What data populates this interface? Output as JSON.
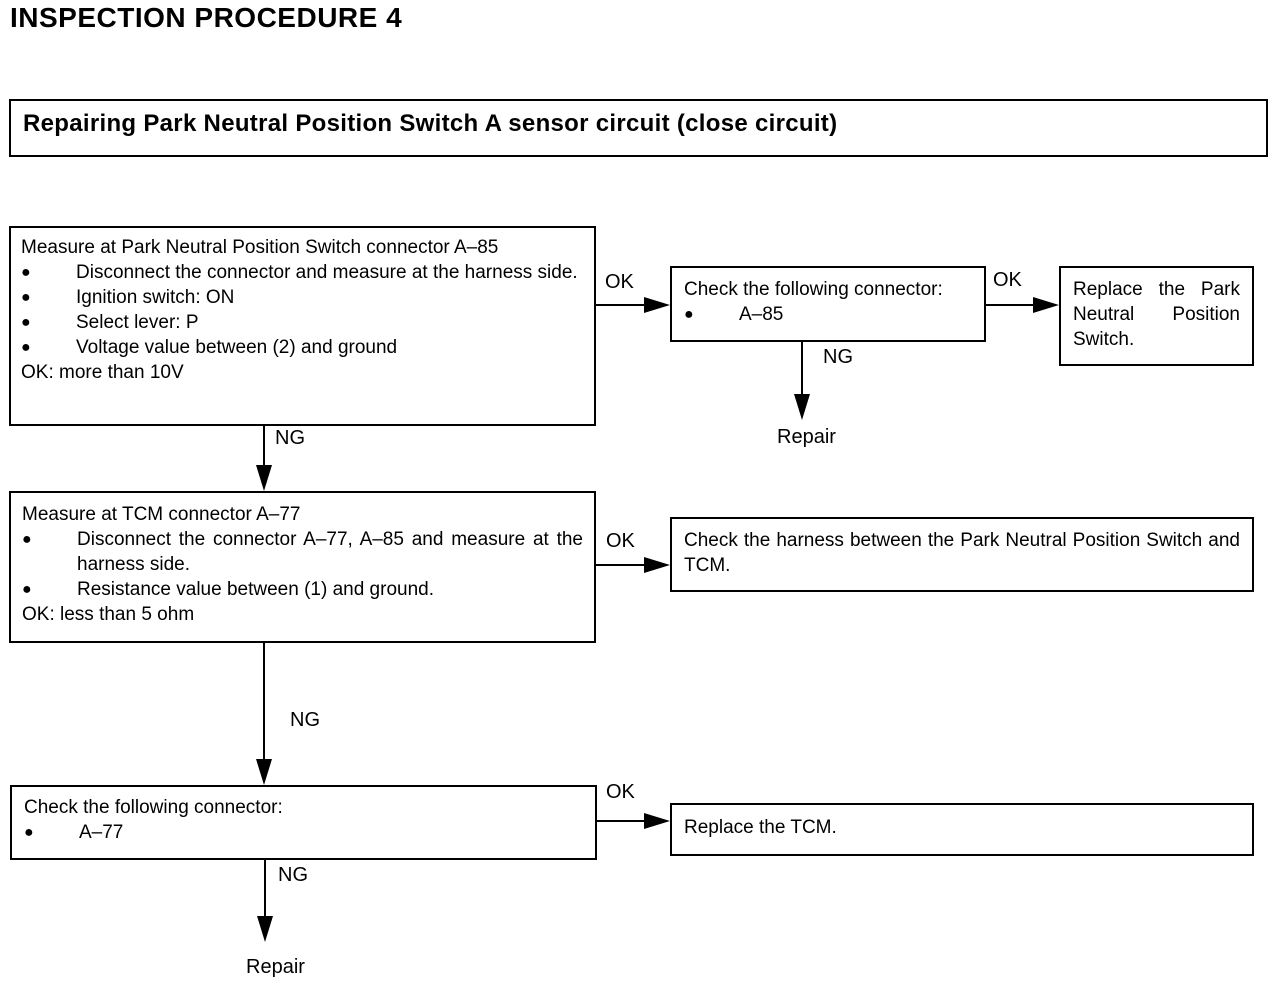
{
  "title": "INSPECTION PROCEDURE 4",
  "header": "Repairing Park Neutral Position Switch A sensor circuit (close circuit)",
  "bullet": "●",
  "box1": {
    "heading": "Measure at Park Neutral Position Switch connector A–85",
    "items": [
      "Disconnect the connector and measure at the harness side.",
      "Ignition switch: ON",
      "Select lever: P",
      "Voltage value between (2) and ground"
    ],
    "ok": "OK: more than 10V"
  },
  "box2": {
    "heading": "Check the following connector:",
    "item": "A–85"
  },
  "box3": {
    "text": "Replace the Park Neutral Position Switch."
  },
  "box4": {
    "heading": "Measure at TCM connector A–77",
    "items": [
      "Disconnect the connector A–77, A–85 and measure at the harness side.",
      "Resistance value between (1) and ground."
    ],
    "ok": "OK: less than 5 ohm"
  },
  "box5": {
    "text": "Check the harness between the Park Neutral Position Switch and TCM."
  },
  "box6": {
    "heading": "Check the following connector:",
    "item": "A–77"
  },
  "box7": {
    "text": "Replace the TCM."
  },
  "labels": {
    "ok": "OK",
    "ng": "NG",
    "repair": "Repair"
  }
}
